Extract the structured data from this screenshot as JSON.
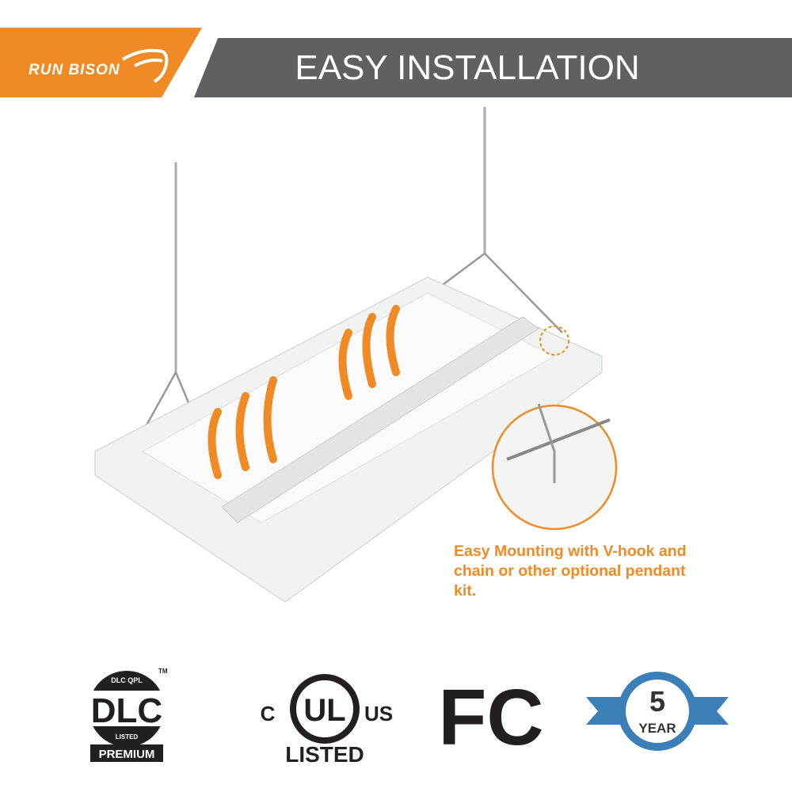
{
  "brand": {
    "logo_text": "RUN BISON"
  },
  "header": {
    "title": "EASY INSTALLATION"
  },
  "caption": {
    "text": "Easy Mounting with V-hook and chain or other optional pendant kit."
  },
  "badges": {
    "dlc": {
      "top": "DLC QPL",
      "main": "DLC",
      "sub": "LISTED",
      "bottom": "PREMIUM",
      "tm": "TM"
    },
    "ul": {
      "left": "C",
      "main": "UL",
      "right": "US",
      "bottom": "LISTED"
    },
    "fcc": {
      "main": "FC"
    },
    "warranty": {
      "number": "5",
      "label": "YEAR"
    }
  },
  "colors": {
    "accent": "#f08a24",
    "header_gray": "#5f6062",
    "badge_blue": "#3a7fb8"
  }
}
